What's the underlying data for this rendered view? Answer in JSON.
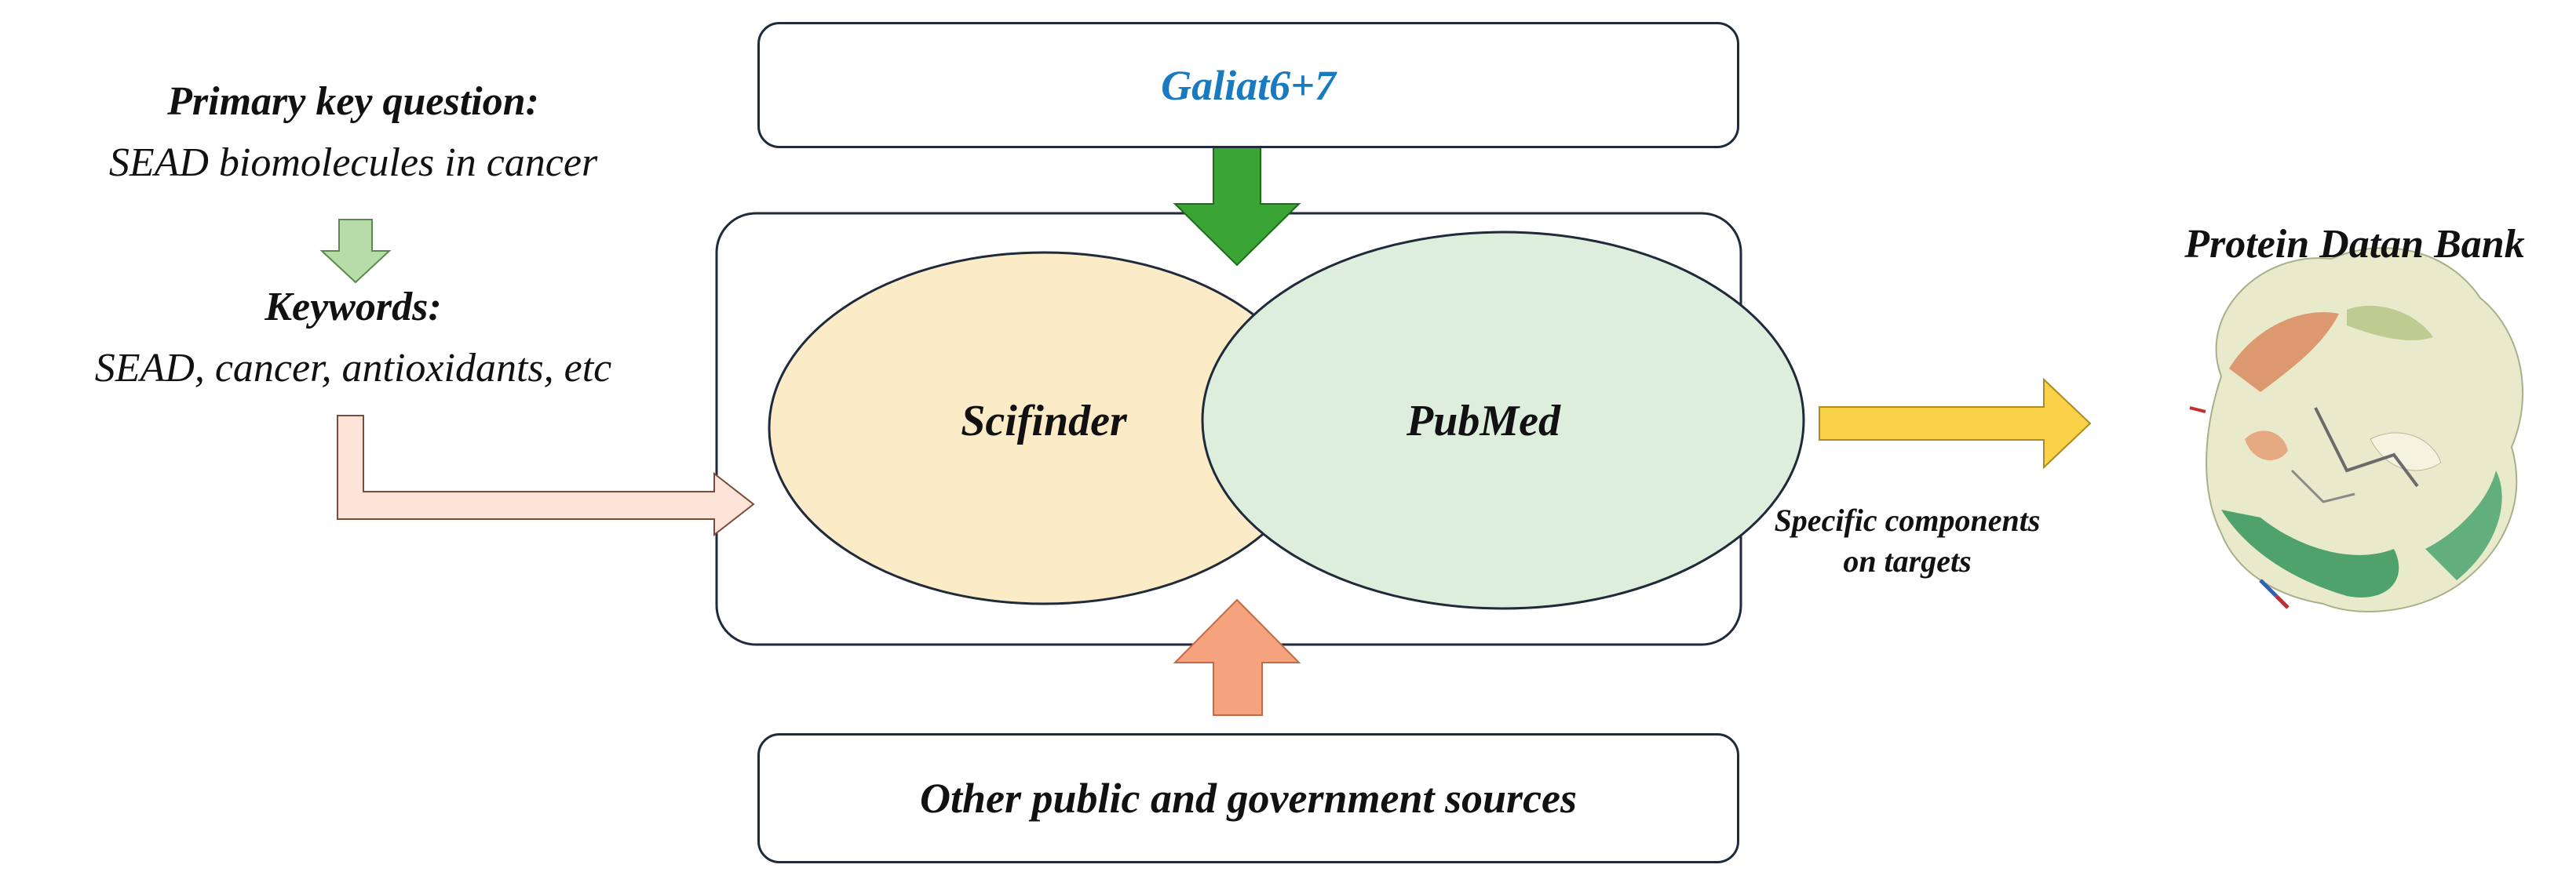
{
  "left_panel": {
    "question_title": "Primary key question:",
    "question_text": "SEAD biomolecules in cancer",
    "keywords_title": "Keywords:",
    "keywords_text": "SEAD, cancer, antioxidants, etc"
  },
  "top_box": {
    "label": "Galiat6+7"
  },
  "center": {
    "left_oval": "Scifinder",
    "right_oval": "PubMed"
  },
  "bottom_box": {
    "label": "Other public and government sources"
  },
  "right_panel": {
    "arrow_caption_line1": "Specific components",
    "arrow_caption_line2": "on targets",
    "title": "Protein Datan Bank",
    "image_icon": "protein-surface-illustration"
  },
  "colors": {
    "galiat_text": "#1a7ac0",
    "green_arrow": "#3aa535",
    "orange_arrow": "#f5a27e",
    "light_green_arrow": "#b7dca8",
    "pink_arrow": "#fde3d8",
    "yellow_arrow": "#fad24a",
    "oval_left": "#fcebc7",
    "oval_right": "#ddeedd"
  }
}
